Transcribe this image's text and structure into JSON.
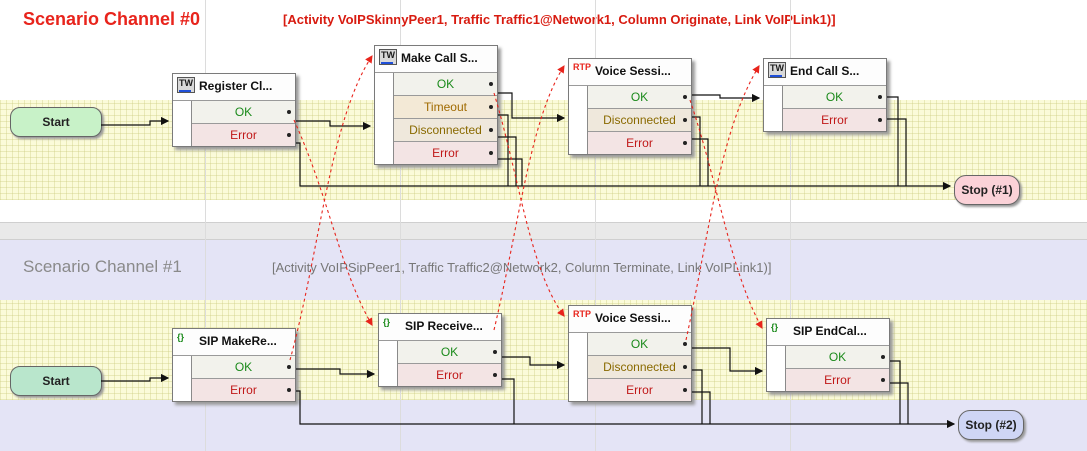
{
  "channels": [
    {
      "name": "Scenario Channel #0",
      "info": "[Activity VoIPSkinnyPeer1, Traffic Traffic1@Network1, Column Originate, Link VoIPLink1)]",
      "start": "Start",
      "stop": "Stop (#1)",
      "nodes": [
        {
          "icon": "TW",
          "title": "Register Cl...",
          "outcomes": [
            "OK",
            "Error"
          ]
        },
        {
          "icon": "TW",
          "title": "Make Call S...",
          "outcomes": [
            "OK",
            "Timeout",
            "Disconnected",
            "Error"
          ]
        },
        {
          "icon": "RTP",
          "title": "Voice Sessi...",
          "outcomes": [
            "OK",
            "Disconnected",
            "Error"
          ]
        },
        {
          "icon": "TW",
          "title": "End Call S...",
          "outcomes": [
            "OK",
            "Error"
          ]
        }
      ]
    },
    {
      "name": "Scenario Channel #1",
      "info": "[Activity VoIPSipPeer1, Traffic Traffic2@Network2, Column Terminate, Link VoIPLink1)]",
      "start": "Start",
      "stop": "Stop (#2)",
      "nodes": [
        {
          "icon": "{}",
          "title": "SIP MakeRe...",
          "outcomes": [
            "OK",
            "Error"
          ]
        },
        {
          "icon": "{}",
          "title": "SIP Receive...",
          "outcomes": [
            "OK",
            "Error"
          ]
        },
        {
          "icon": "RTP",
          "title": "Voice Sessi...",
          "outcomes": [
            "OK",
            "Disconnected",
            "Error"
          ]
        },
        {
          "icon": "{}",
          "title": "SIP EndCal...",
          "outcomes": [
            "OK",
            "Error"
          ]
        }
      ]
    }
  ],
  "colors": {
    "channel0_title": "#e8241c",
    "ok": "#1b8a1b",
    "error": "#c01818",
    "sync_line": "#e8241c"
  }
}
